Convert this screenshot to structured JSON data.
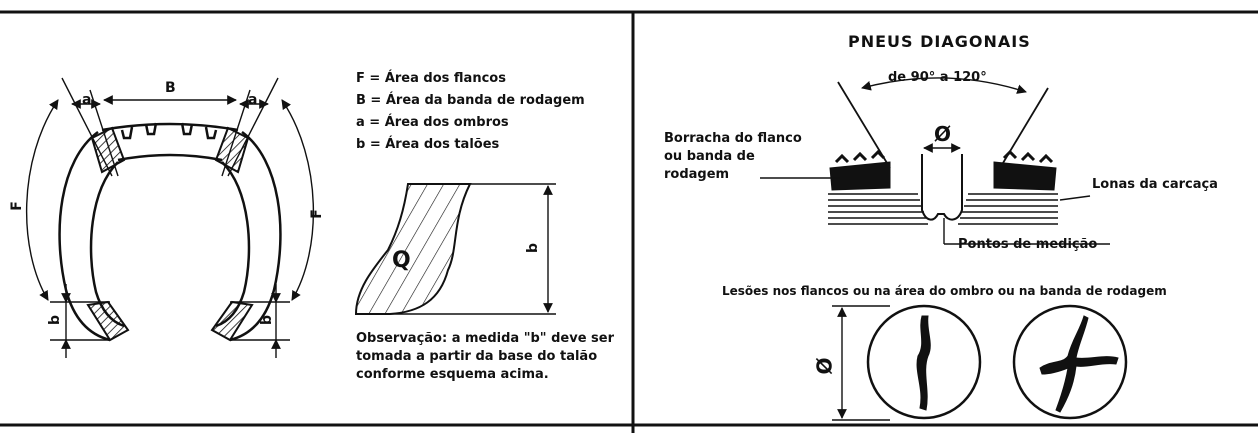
{
  "left_panel": {
    "dim_labels": {
      "B": "B",
      "a_left": "a",
      "a_right": "a",
      "F_left": "F",
      "F_right": "F",
      "b_left": "b",
      "b_right": "b",
      "b_detail": "b",
      "Q": "Q"
    },
    "legend": [
      "F = Área dos flancos",
      "B = Área da banda de rodagem",
      "a = Área dos ombros",
      "b = Área dos talões"
    ],
    "note": [
      "Observação: a medida \"b\" deve ser",
      "tomada a partir da base do talão",
      "conforme esquema acima."
    ]
  },
  "right_panel": {
    "title": "PNEUS DIAGONAIS",
    "angle_label": "de 90° a 120°",
    "diameter_symbol": "Ø",
    "left_callout": [
      "Borracha do flanco",
      "ou banda de",
      "rodagem"
    ],
    "right_callout": "Lonas da carcaça",
    "measure_callout": "Pontos de medição",
    "lesions_caption": "Lesões nos flancos ou na área do ombro ou na banda de rodagem",
    "lesion_diameter_symbol": "Ø"
  }
}
